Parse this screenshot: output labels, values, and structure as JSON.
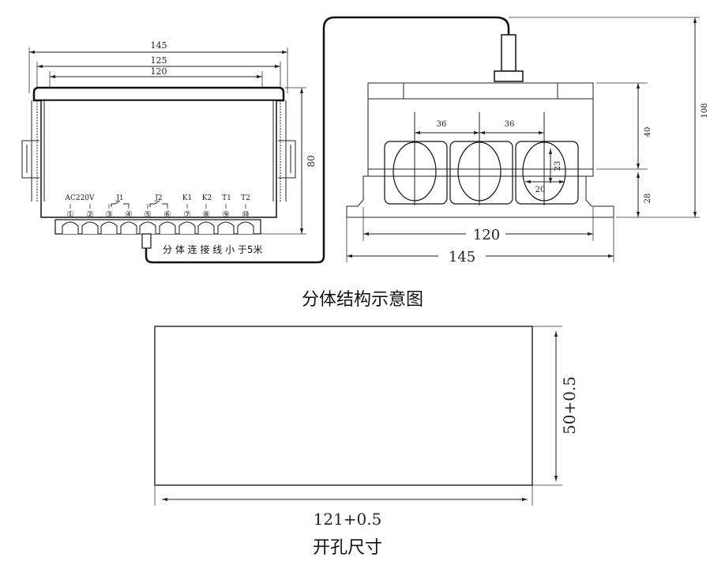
{
  "front_view": {
    "dim_145": "145",
    "dim_125": "125",
    "dim_120": "120",
    "dim_80": "80",
    "terminal_groups": [
      "AC220V",
      "J1",
      "J2",
      "K1",
      "K2",
      "T1",
      "T2"
    ],
    "terminal_numbers": [
      "①",
      "②",
      "③",
      "④",
      "⑤",
      "⑥",
      "⑦",
      "⑧",
      "⑨",
      "⑩"
    ],
    "cable_note": "分 体 连 接 线 小 于5米"
  },
  "sensor_view": {
    "dim_36_left": "36",
    "dim_36_right": "36",
    "dim_40": "40",
    "dim_28": "28",
    "dim_108": "108",
    "dim_23": "23",
    "dim_20": "20",
    "dim_120": "120",
    "dim_145": "145"
  },
  "caption_top": "分体结构示意图",
  "cutout": {
    "width_label": "121+0.5",
    "height_label": "50+0.5",
    "caption": "开孔尺寸"
  }
}
